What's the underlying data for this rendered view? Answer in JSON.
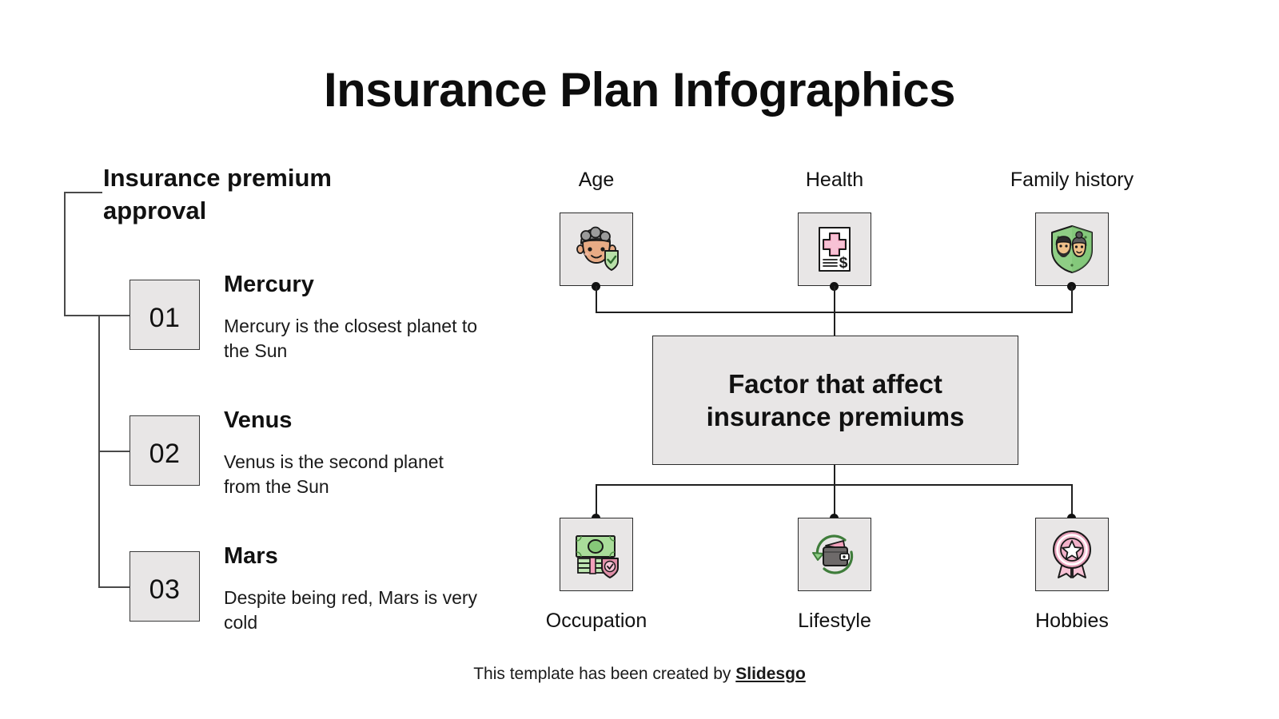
{
  "slide": {
    "title": "Insurance Plan Infographics",
    "background_color": "#ffffff",
    "box_fill_color": "#e8e6e6",
    "box_border_color": "#2b2b2b"
  },
  "left_panel": {
    "heading": "Insurance premium approval",
    "items": [
      {
        "number": "01",
        "title": "Mercury",
        "description": "Mercury is the closest planet to the Sun"
      },
      {
        "number": "02",
        "title": "Venus",
        "description": "Venus is the second planet from the Sun"
      },
      {
        "number": "03",
        "title": "Mars",
        "description": "Despite being red, Mars is very cold"
      }
    ]
  },
  "diagram": {
    "center_line_1": "Factor that affect",
    "center_line_2": "insurance premiums",
    "top_nodes": [
      {
        "label": "Age",
        "icon": "elderly-person-shield-icon"
      },
      {
        "label": "Health",
        "icon": "medical-bill-icon"
      },
      {
        "label": "Family history",
        "icon": "family-shield-icon"
      }
    ],
    "bottom_nodes": [
      {
        "label": "Occupation",
        "icon": "money-shield-icon"
      },
      {
        "label": "Lifestyle",
        "icon": "wallet-refresh-icon"
      },
      {
        "label": "Hobbies",
        "icon": "award-ribbon-icon"
      }
    ]
  },
  "footer": {
    "text_before": "This template has been created by ",
    "brand": "Slidesgo"
  }
}
